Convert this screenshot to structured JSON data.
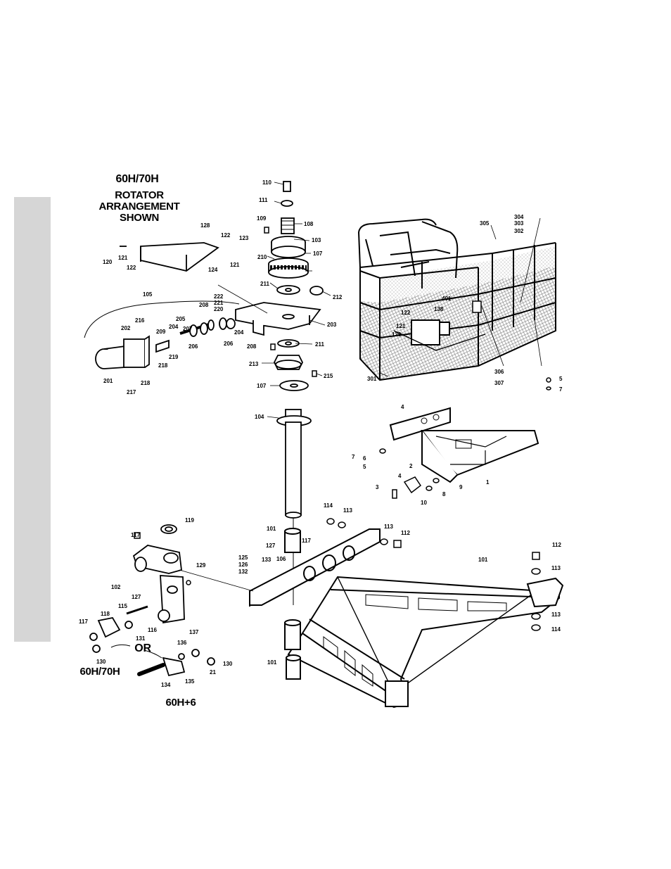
{
  "titles": {
    "model": "60H/70H",
    "arrangement": [
      "ROTATOR",
      "ARRANGEMENT",
      "SHOWN"
    ],
    "bottom_model_a": "60H/70H",
    "bottom_model_b": "60H+6",
    "or_label": "OR"
  },
  "part_numbers": [
    "110",
    "111",
    "109",
    "108",
    "103",
    "107",
    "210",
    "211",
    "212",
    "203",
    "128",
    "122",
    "123",
    "120",
    "121",
    "122",
    "121",
    "124",
    "105",
    "222",
    "221",
    "220",
    "208",
    "216",
    "202",
    "205",
    "209",
    "204",
    "207",
    "204",
    "206",
    "206",
    "219",
    "218",
    "201",
    "217",
    "218",
    "208",
    "211",
    "213",
    "215",
    "107",
    "104",
    "304",
    "303",
    "302",
    "305",
    "401",
    "138",
    "122",
    "121",
    "139",
    "306",
    "307",
    "301",
    "5",
    "7",
    "4",
    "7",
    "6",
    "5",
    "2",
    "4",
    "3",
    "10",
    "8",
    "9",
    "1",
    "114",
    "113",
    "113",
    "112",
    "101",
    "117",
    "127",
    "125",
    "126",
    "132",
    "133",
    "106",
    "119",
    "117",
    "102",
    "129",
    "127",
    "115",
    "118",
    "117",
    "116",
    "131",
    "130",
    "137",
    "136",
    "130",
    "21",
    "134",
    "135",
    "112",
    "113",
    "101",
    "113",
    "114",
    "101"
  ],
  "colors": {
    "ink": "#000000",
    "tab": "#d6d6d6",
    "mesh": "#9a9a9a",
    "background": "#ffffff"
  }
}
